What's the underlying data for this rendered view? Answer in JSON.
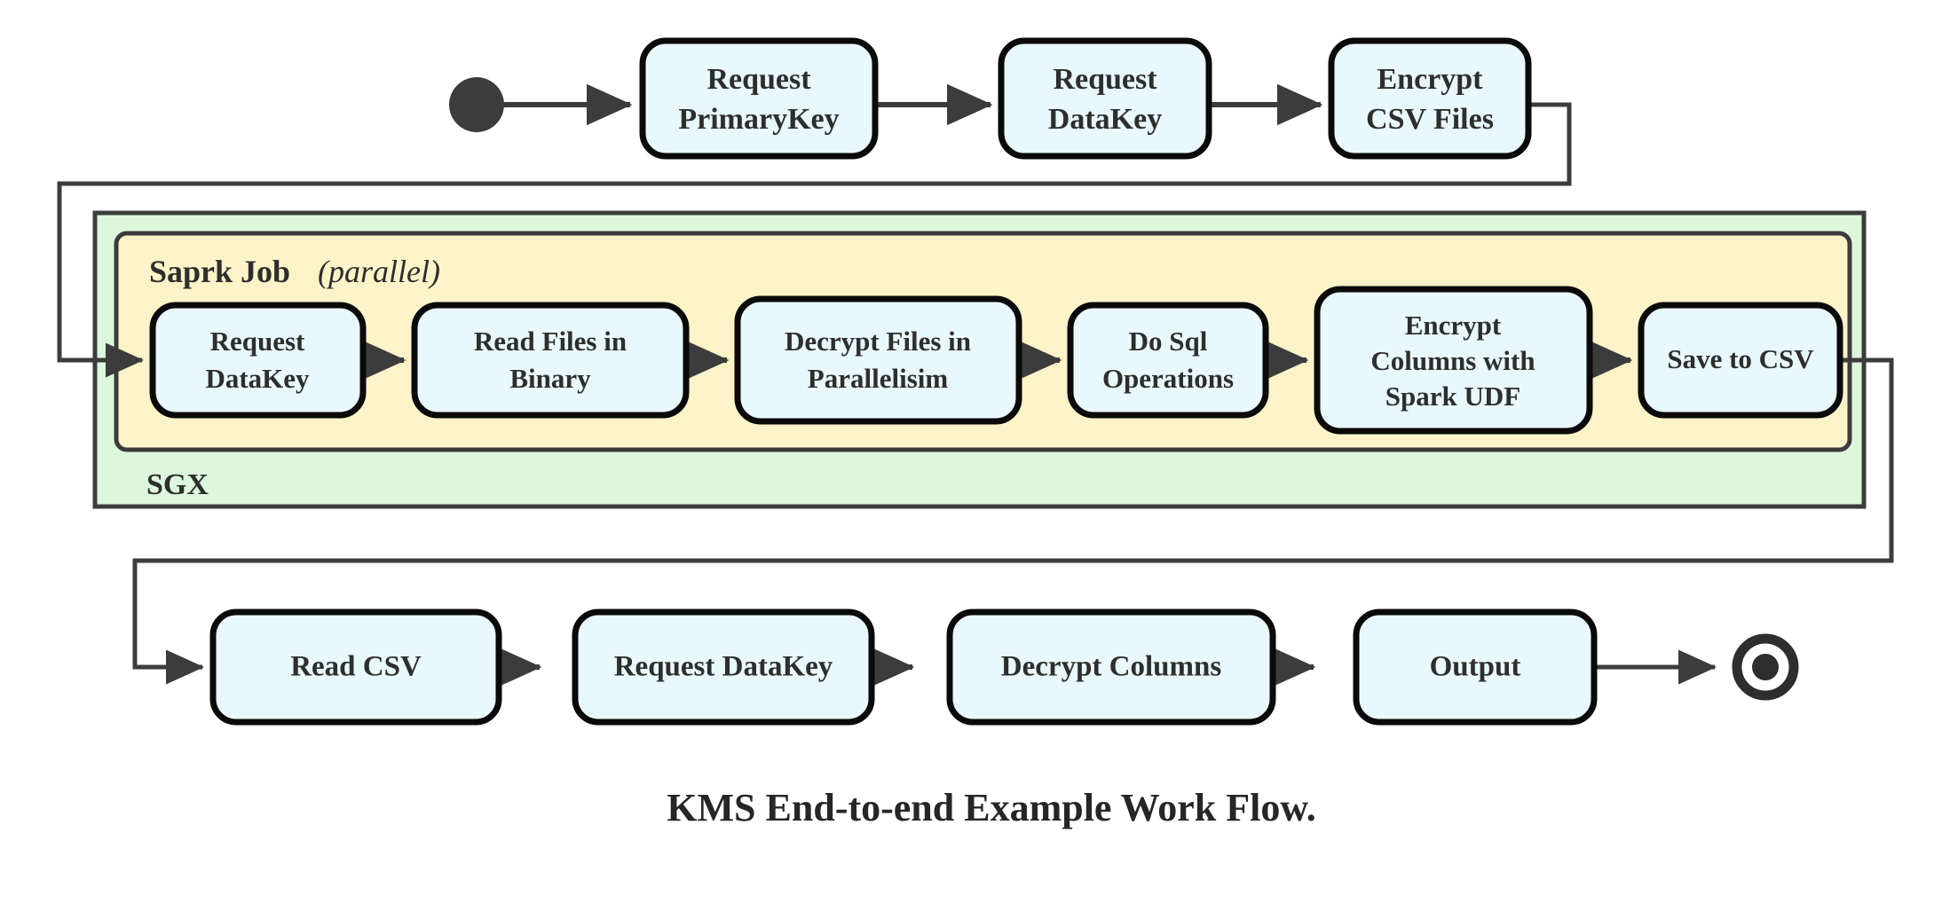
{
  "diagram": {
    "title": "KMS End-to-end Example Work Flow.",
    "colors": {
      "node_fill": "#E8F8FC",
      "node_stroke": "#0A0A0A",
      "sgx_fill": "#DDF7DD",
      "spark_fill": "#FCF4C8",
      "group_stroke": "#3C3C3C",
      "edge": "#3C3C3C",
      "text": "#2E2E2E",
      "background": "#FFFFFF"
    },
    "markers": {
      "start_node": "start-node-filled-circle",
      "end_node": "end-node-ringed-circle"
    },
    "row_top": {
      "nodes": [
        {
          "id": "request-primarykey",
          "lines": [
            "Request",
            "PrimaryKey"
          ]
        },
        {
          "id": "request-datakey-top",
          "lines": [
            "Request",
            "DataKey"
          ]
        },
        {
          "id": "encrypt-csv-files",
          "lines": [
            "Encrypt",
            "CSV Files"
          ]
        }
      ]
    },
    "sgx_group": {
      "label": "SGX"
    },
    "spark_group": {
      "label": "Saprk Job",
      "modifier": "(parallel)",
      "modifier_open": "(",
      "modifier_word": "parallel",
      "modifier_close": ")",
      "nodes": [
        {
          "id": "request-datakey-spark",
          "lines": [
            "Request",
            "DataKey"
          ]
        },
        {
          "id": "read-files-in-binary",
          "lines": [
            "Read Files in",
            "Binary"
          ]
        },
        {
          "id": "decrypt-files-in-parallelisim",
          "lines": [
            "Decrypt Files in",
            "Parallelisim"
          ]
        },
        {
          "id": "do-sql-operations",
          "lines": [
            "Do Sql",
            "Operations"
          ]
        },
        {
          "id": "encrypt-columns-with-spark-udf",
          "lines": [
            "Encrypt",
            "Columns with",
            "Spark UDF"
          ]
        },
        {
          "id": "save-to-csv",
          "lines": [
            "Save to CSV"
          ]
        }
      ]
    },
    "row_bottom": {
      "nodes": [
        {
          "id": "read-csv",
          "lines": [
            "Read CSV"
          ]
        },
        {
          "id": "request-datakey-bottom",
          "lines": [
            "Request DataKey"
          ]
        },
        {
          "id": "decrypt-columns",
          "lines": [
            "Decrypt Columns"
          ]
        },
        {
          "id": "output",
          "lines": [
            "Output"
          ]
        }
      ]
    }
  }
}
